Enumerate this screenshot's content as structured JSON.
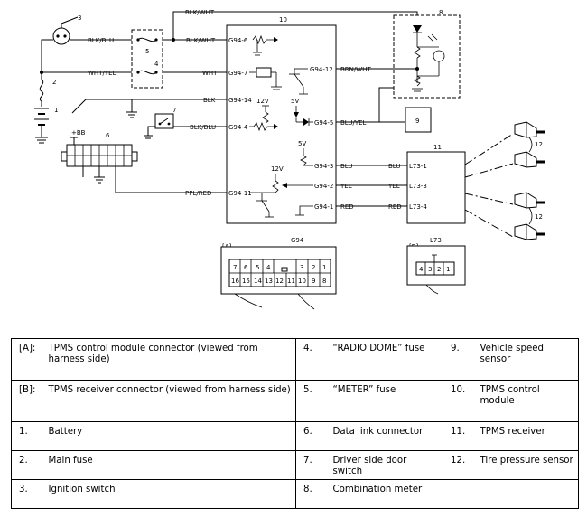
{
  "diagram": {
    "callouts": [
      "1",
      "2",
      "3",
      "4",
      "5",
      "6",
      "7",
      "8",
      "9",
      "10",
      "11",
      "12",
      "12"
    ],
    "wire_labels": {
      "blk_wht_top": "BLK/WHT",
      "blk_wht_mid": "BLK/WHT",
      "blk_blu_ign": "BLK/BLU",
      "wht_yel": "WHT/YEL",
      "wht": "WHT",
      "blk": "BLK",
      "blk_blu_door": "BLK/BLU",
      "brn_wht": "BRN/WHT",
      "blu_yel": "BLU/YEL",
      "blu_left": "BLU",
      "blu_right": "BLU",
      "yel_left": "YEL",
      "yel_right": "YEL",
      "red_left": "RED",
      "red_right": "RED",
      "ppl_red": "PPL/RED"
    },
    "terminals": {
      "g94_6": "G94-6",
      "g94_7": "G94-7",
      "g94_14": "G94-14",
      "g94_4": "G94-4",
      "g94_11": "G94-11",
      "g94_12": "G94-12",
      "g94_5": "G94-5",
      "g94_3": "G94-3",
      "g94_2": "G94-2",
      "g94_1": "G94-1",
      "l73_1": "L73-1",
      "l73_3": "L73-3",
      "l73_4": "L73-4"
    },
    "voltages": {
      "v12_a": "12V",
      "v5_a": "5V",
      "v5_b": "5V",
      "v12_b": "12V"
    },
    "dlc_pin_label": "+BB",
    "connector_a": {
      "tag": "[A]",
      "name": "G94",
      "top_pins": [
        "7",
        "6",
        "5",
        "4",
        "",
        "3",
        "2",
        "1"
      ],
      "bottom_pins": [
        "16",
        "15",
        "14",
        "13",
        "12",
        "11",
        "10",
        "9",
        "8"
      ]
    },
    "connector_b": {
      "tag": "[B]",
      "name": "L73",
      "pins": [
        "4",
        "3",
        "2",
        "1"
      ]
    }
  },
  "legend": {
    "rows": [
      [
        {
          "key": "[A]:",
          "text": "TPMS control module connector (viewed from harness side)"
        },
        {
          "key": "4.",
          "text": "“RADIO DOME” fuse"
        },
        {
          "key": "9.",
          "text": "Vehicle speed sensor"
        }
      ],
      [
        {
          "key": "[B]:",
          "text": "TPMS receiver connector (viewed from harness side)"
        },
        {
          "key": "5.",
          "text": "“METER” fuse"
        },
        {
          "key": "10.",
          "text": "TPMS control module"
        }
      ],
      [
        {
          "key": "1.",
          "text": "Battery"
        },
        {
          "key": "6.",
          "text": "Data link connector"
        },
        {
          "key": "11.",
          "text": "TPMS receiver"
        }
      ],
      [
        {
          "key": "2.",
          "text": "Main fuse"
        },
        {
          "key": "7.",
          "text": "Driver side door switch"
        },
        {
          "key": "12.",
          "text": "Tire pressure sensor"
        }
      ],
      [
        {
          "key": "3.",
          "text": "Ignition switch"
        },
        {
          "key": "8.",
          "text": "Combination meter"
        },
        {
          "key": "",
          "text": ""
        }
      ]
    ]
  }
}
